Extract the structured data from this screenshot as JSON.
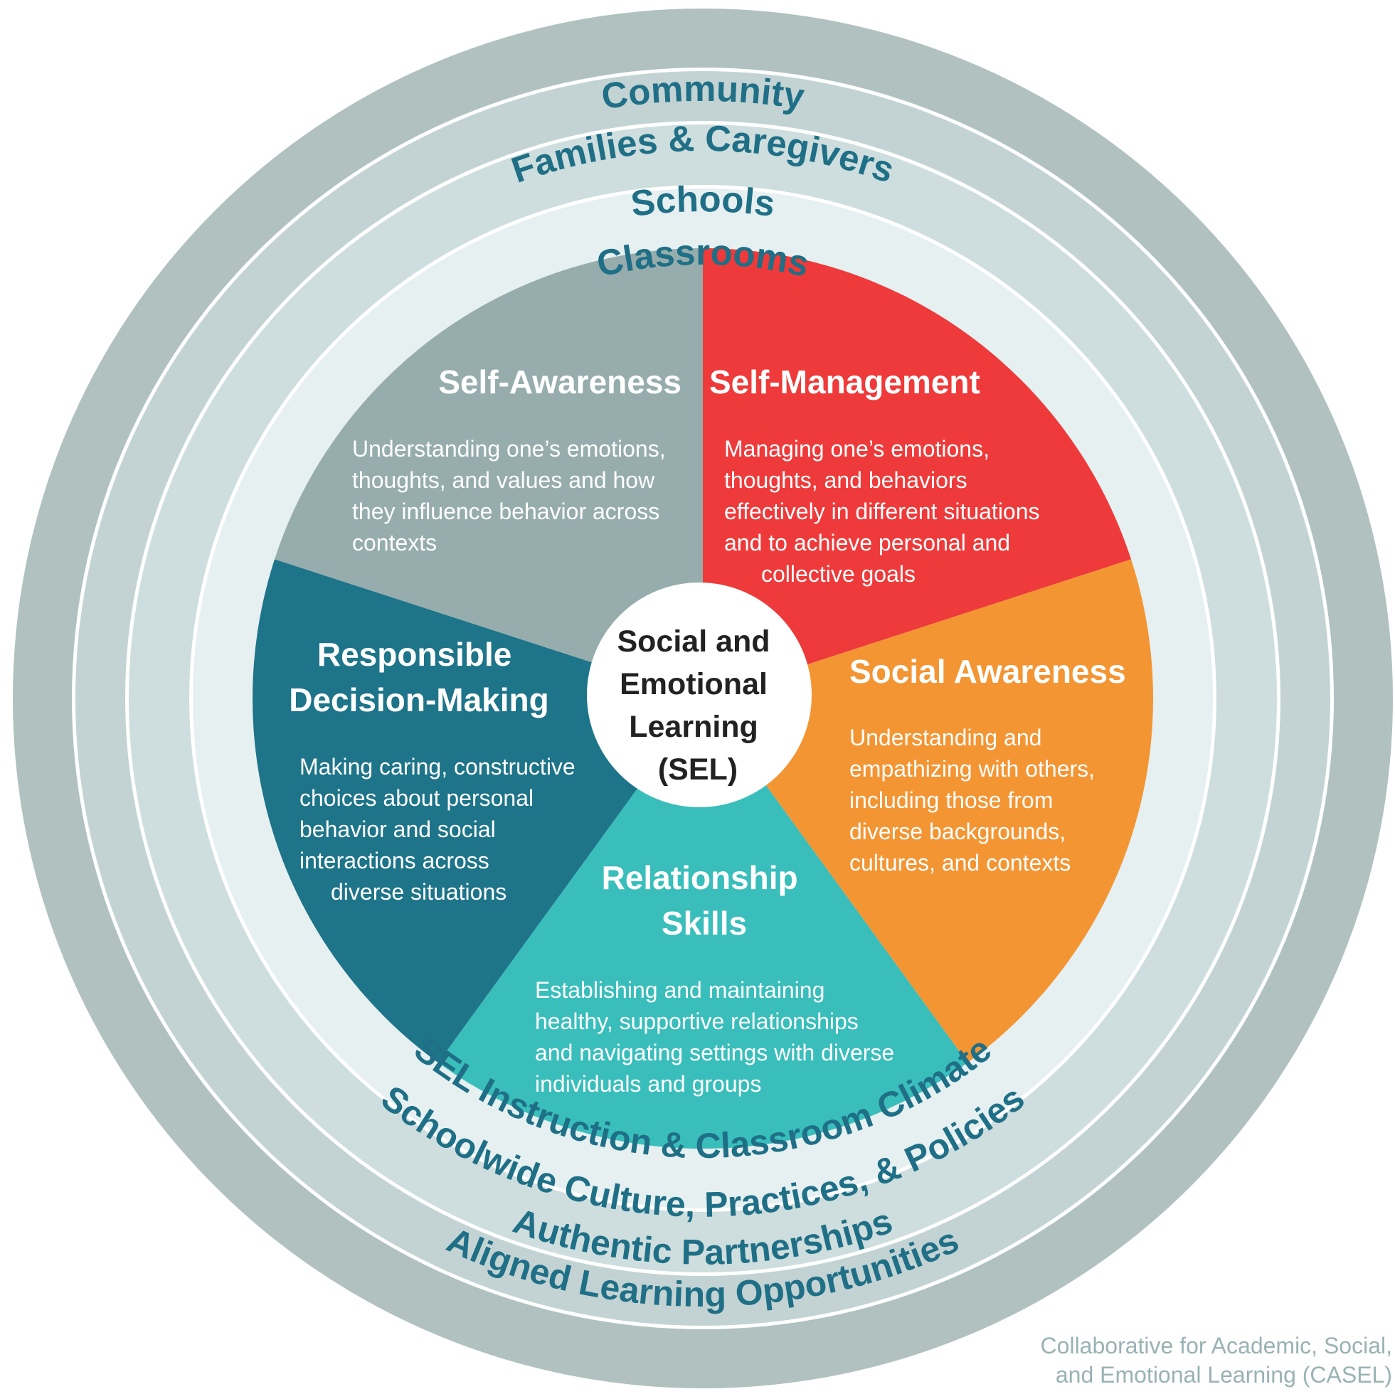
{
  "colors": {
    "ring_outer": "#b0c1c0",
    "ring_families": "#c3d3d3",
    "ring_schools": "#cedddd",
    "ring_classrooms": "#e6f0f1",
    "ring_label": "#1f6f86",
    "self_awareness": "#97adad",
    "self_management": "#ee3a3a",
    "social_awareness": "#f39533",
    "relationship_skills": "#39bebb",
    "responsible_decision_making": "#1e7489",
    "hub": "#ffffff",
    "credit": "#9ab2b3"
  },
  "rings": {
    "community": "Community",
    "families": "Families & Caregivers",
    "schools": "Schools",
    "classrooms": "Classrooms",
    "sel_instruction": "SEL Instruction & Classroom Climate",
    "schoolwide": "Schoolwide Culture, Practices, & Policies",
    "partnerships": "Authentic Partnerships",
    "aligned": "Aligned Learning Opportunities"
  },
  "center": {
    "lines": [
      "Social and",
      "Emotional",
      "Learning",
      "(SEL)"
    ]
  },
  "competencies": {
    "self_awareness": {
      "title": "Self-Awareness",
      "description": [
        "Understanding one’s emotions,",
        "thoughts, and values and how",
        "they influence behavior across",
        "contexts"
      ]
    },
    "self_management": {
      "title": "Self-Management",
      "description": [
        "Managing one’s emotions,",
        "thoughts, and behaviors",
        "effectively in different situations",
        "and to achieve personal and",
        "collective goals"
      ]
    },
    "social_awareness": {
      "title": "Social Awareness",
      "description": [
        "Understanding and",
        "empathizing with others,",
        "including those from",
        "diverse backgrounds,",
        "cultures, and contexts"
      ]
    },
    "relationship_skills": {
      "title": [
        "Relationship",
        "Skills"
      ],
      "description": [
        "Establishing and maintaining",
        "healthy, supportive relationships",
        "and navigating settings with diverse",
        "individuals and groups"
      ]
    },
    "responsible_decision_making": {
      "title": [
        "Responsible",
        "Decision-Making"
      ],
      "description": [
        "Making caring, constructive",
        "choices about personal",
        "behavior and social",
        "interactions across",
        "diverse situations"
      ]
    }
  },
  "credit": {
    "lines": [
      "Collaborative for Academic, Social,",
      "and Emotional Learning (CASEL)"
    ]
  }
}
